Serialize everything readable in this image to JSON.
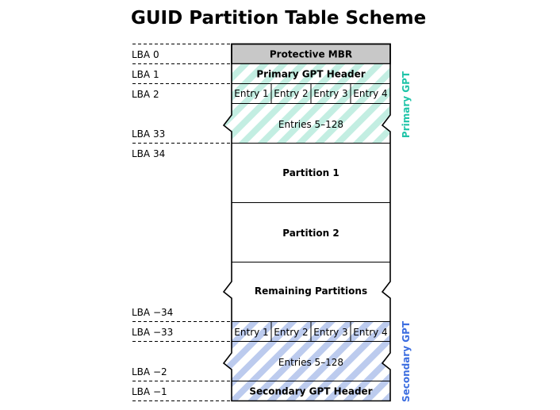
{
  "title": "GUID Partition Table Scheme",
  "colors": {
    "primary_accent": "#20c4a8",
    "primary_stripe": "#c3eee2",
    "secondary_accent": "#3c6ee0",
    "secondary_stripe": "#bccbee",
    "mbr_fill": "#c8c8c8"
  },
  "lba_labels": {
    "lba0": "LBA 0",
    "lba1": "LBA 1",
    "lba2": "LBA 2",
    "lba33": "LBA 33",
    "lba34": "LBA 34",
    "lba_m34": "LBA −34",
    "lba_m33": "LBA −33",
    "lba_m2": "LBA −2",
    "lba_m1": "LBA −1"
  },
  "blocks": {
    "protective_mbr": "Protective MBR",
    "primary_header": "Primary GPT Header",
    "primary_entries_rest": "Entries 5–128",
    "partition1": "Partition 1",
    "partition2": "Partition 2",
    "remaining": "Remaining Partitions",
    "secondary_entries_rest": "Entries 5–128",
    "secondary_header": "Secondary GPT Header"
  },
  "primary_entries": [
    "Entry 1",
    "Entry 2",
    "Entry 3",
    "Entry 4"
  ],
  "secondary_entries": [
    "Entry 1",
    "Entry 2",
    "Entry 3",
    "Entry 4"
  ],
  "side_labels": {
    "primary": "Primary GPT",
    "secondary": "Secondary GPT"
  }
}
